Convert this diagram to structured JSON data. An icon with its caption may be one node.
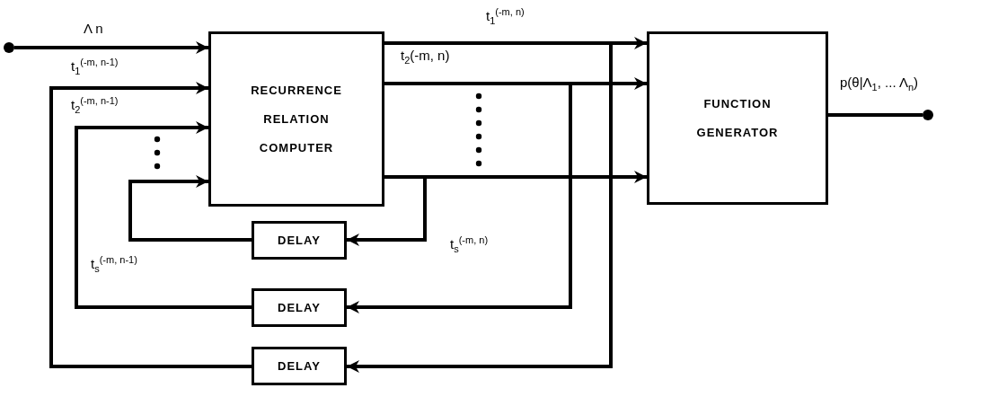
{
  "diagram": {
    "nodes": [
      {
        "text": [],
        "shape": "circle"
      },
      {
        "text": [
          "RECURRENCE RELATION COMPUTER"
        ]
      },
      {
        "text": [
          "FUNCTION GENERATOR"
        ]
      },
      {
        "text": [
          "DELAY"
        ]
      },
      {
        "text": [
          "DELAY"
        ]
      },
      {
        "text": [
          "DELAY"
        ]
      },
      {
        "text": [],
        "shape": "circle"
      }
    ],
    "edges": [
      {
        "from": 0,
        "to": 1,
        "arrow": "to",
        "label": "Λ n"
      },
      {
        "from": 1,
        "to": 2,
        "arrow": "to",
        "label": "t$_{1}$$^{(-m, n)}$"
      },
      {
        "from": 1,
        "to": 5,
        "arrow": "to"
      },
      {
        "from": 1,
        "to": 2,
        "arrow": "to",
        "label": "t$_{2}$(-m, n)"
      },
      {
        "from": 1,
        "to": 4,
        "arrow": "to"
      },
      {
        "from": 1,
        "to": 2,
        "arrow": "to"
      },
      {
        "from": 1,
        "to": 3,
        "arrow": "to"
      },
      {
        "from": 3,
        "to": 1,
        "arrow": "to"
      },
      {
        "from": 4,
        "to": 1,
        "arrow": "to",
        "label": "t$_{2}$$^{(-m, n-1)}$"
      },
      {
        "from": 5,
        "to": 1,
        "arrow": "to",
        "label": "t$_{1}$$^{(-m, n-1)}$"
      },
      {
        "from": 2,
        "to": 6,
        "arrow": "none",
        "label": "p(θ|Λ$_{1}$, ... Λ$_{n}$)"
      }
    ],
    "labels": [
      "t$_{s}$$^{(-m, n-1)}$",
      "t$_{s}$$^{(-m, n)}$"
    ]
  }
}
